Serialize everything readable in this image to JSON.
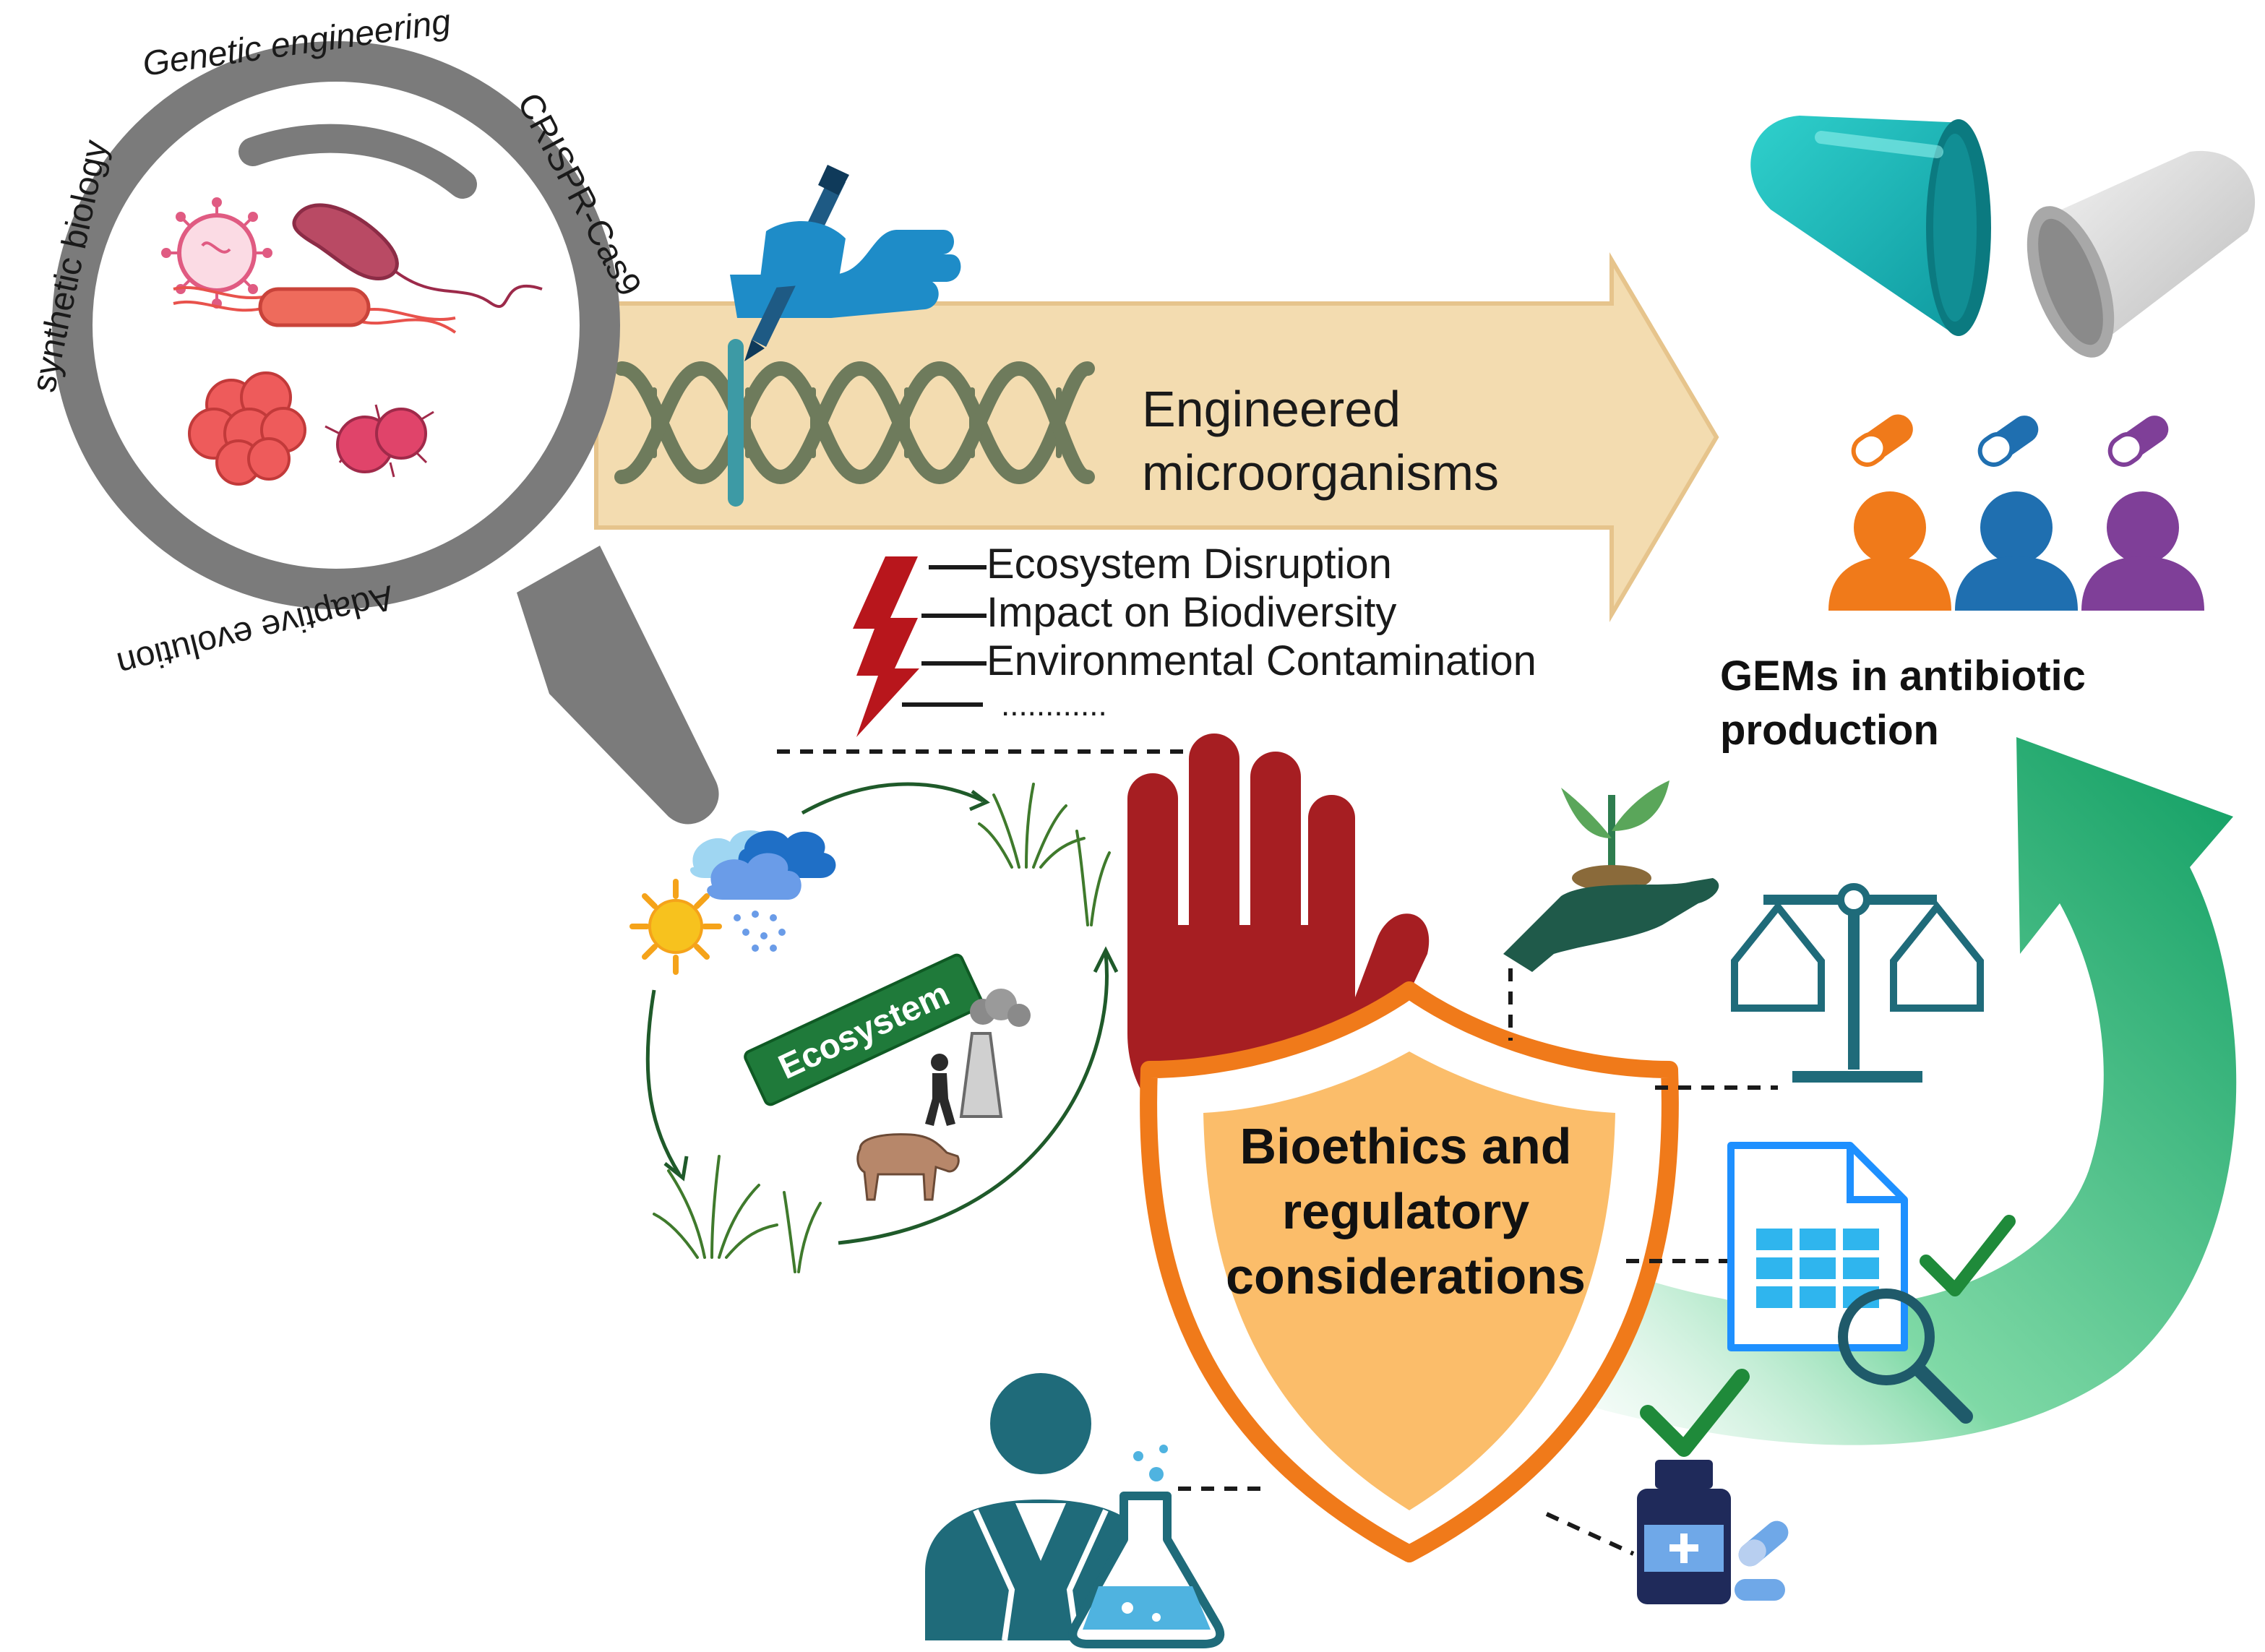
{
  "lens": {
    "labels": [
      "synthetic biology",
      "Genetic engineering",
      "CRISPR-Cas9",
      "Adaptive evolution"
    ]
  },
  "arrow": {
    "label_line1": "Engineered",
    "label_line2": "microorganisms"
  },
  "risks": {
    "items": [
      "Ecosystem Disruption",
      "Impact on Biodiversity",
      "Environmental Contamination",
      "............"
    ]
  },
  "ecosystem": {
    "label": "Ecosystem"
  },
  "gems": {
    "line1": "GEMs in antibiotic",
    "line2": "production"
  },
  "shield": {
    "line1": "Bioethics and",
    "line2": "regulatory",
    "line3": "considerations"
  },
  "colors": {
    "arrow_fill": "#f3dcb0",
    "arrow_stroke": "#e6c48c",
    "dna": "#6e7b5c",
    "dna_accent": "#3d9aa5",
    "hand_stop": "#a61e22",
    "shield_outer": "#f07a1a",
    "shield_inner": "#fbbd6a",
    "ecosystem_badge": "#1f7a3a",
    "green_arrow": "#1aa86a",
    "teal_icon": "#1f6b7a",
    "person_orange": "#f07a1a",
    "person_blue": "#1f6fb0",
    "person_purple": "#7f3f98",
    "capsule_teal": "#19b9b9",
    "capsule_gray": "#d8d8d8",
    "lightning": "#b8161c"
  },
  "icons": [
    "magnifier-icon",
    "virus-icon",
    "bacterium-icon",
    "cell-cluster-icon",
    "cocci-icon",
    "pen-hand-icon",
    "dna-icon",
    "lightning-icon",
    "sun-icon",
    "cloud-rain-icon",
    "grass-icon",
    "factory-icon",
    "person-walking-icon",
    "cow-icon",
    "stop-hand-icon",
    "plant-hand-icon",
    "scale-icon",
    "document-check-icon",
    "magnifier-small-icon",
    "check-icon",
    "medicine-bottle-icon",
    "scientist-icon",
    "flask-icon",
    "capsule-icon",
    "person-icon"
  ]
}
